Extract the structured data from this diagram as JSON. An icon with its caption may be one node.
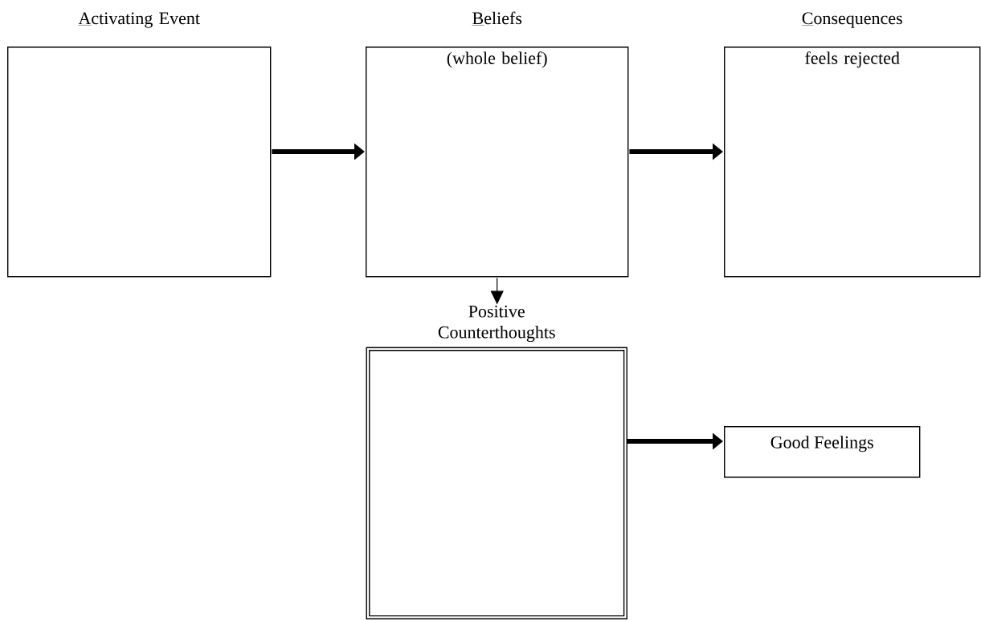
{
  "diagram": {
    "nodes": [
      {
        "text": [
          "Activating Event"
        ]
      },
      {
        "text": [
          "Beliefs",
          "(whole belief)"
        ]
      },
      {
        "text": [
          "Consequences",
          "feels rejected"
        ]
      },
      {
        "text": [
          "Positive Counterthoughts"
        ]
      },
      {
        "text": [
          "Good Feelings"
        ]
      }
    ],
    "edges": [
      {
        "from": 0,
        "to": 1,
        "arrow": "to"
      },
      {
        "from": 1,
        "to": 2,
        "arrow": "to"
      },
      {
        "from": 1,
        "to": 3,
        "arrow": "to"
      },
      {
        "from": 3,
        "to": 4,
        "arrow": "to"
      }
    ]
  }
}
